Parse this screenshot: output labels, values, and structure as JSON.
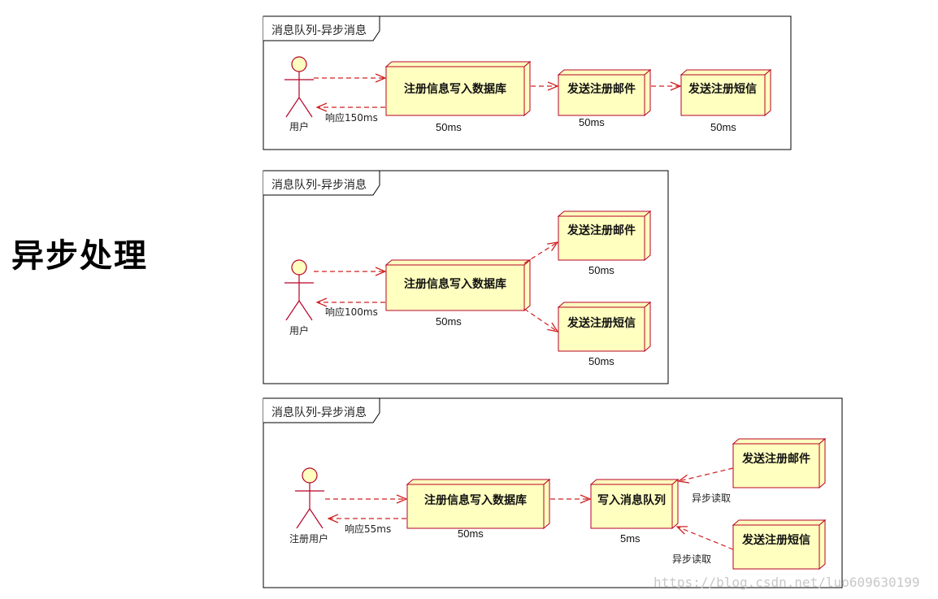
{
  "title": "异步处理",
  "frame_label": "消息队列-异步消息",
  "colors": {
    "box_fill": "#ffffc0",
    "box_stroke": "#b70026",
    "arrow": "#d02020",
    "actor_fill": "#ffffc0"
  },
  "diagrams": [
    {
      "actor": "用户",
      "nodes": [
        "注册信息写入数据库",
        "发送注册邮件",
        "发送注册短信"
      ],
      "response": "响应150ms",
      "times": [
        "50ms",
        "50ms",
        "50ms"
      ]
    },
    {
      "actor": "用户",
      "nodes": [
        "注册信息写入数据库",
        "发送注册邮件",
        "发送注册短信"
      ],
      "response": "响应100ms",
      "times": [
        "50ms",
        "50ms",
        "50ms"
      ]
    },
    {
      "actor": "注册用户",
      "nodes": [
        "注册信息写入数据库",
        "写入消息队列",
        "发送注册邮件",
        "发送注册短信"
      ],
      "response": "响应55ms",
      "times": [
        "50ms",
        "5ms"
      ],
      "async_label": "异步读取"
    }
  ],
  "watermark": "https://blog.csdn.net/luo609630199"
}
